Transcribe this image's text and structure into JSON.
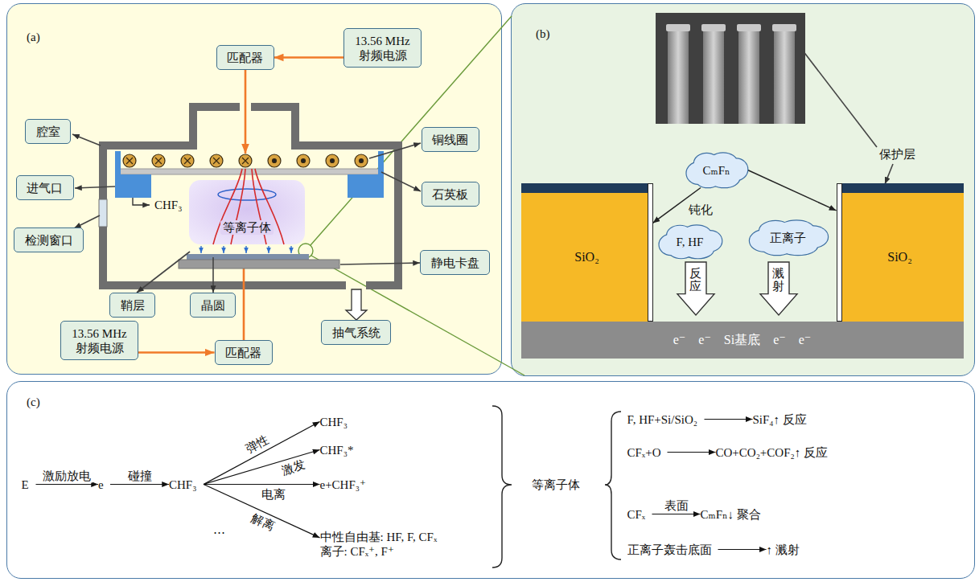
{
  "diagram": {
    "nodes": [
      {
        "text": [
          "(a)"
        ]
      },
      {
        "text": [
          "13.56 MHz 射频电源"
        ],
        "in": 0
      },
      {
        "text": [
          "匹配器"
        ],
        "in": 0
      },
      {
        "text": [
          "腔室"
        ],
        "in": 0
      },
      {
        "text": [
          "铜线圈"
        ],
        "in": 0
      },
      {
        "text": [
          "进气口"
        ],
        "in": 0
      },
      {
        "text": [
          "石英板"
        ],
        "in": 0
      },
      {
        "text": [
          "等离子体"
        ],
        "in": 0
      },
      {
        "text": [
          "检测窗口"
        ],
        "in": 0
      },
      {
        "text": [
          "静电卡盘"
        ],
        "in": 0
      },
      {
        "text": [
          "鞘层"
        ],
        "in": 0
      },
      {
        "text": [
          "晶圆"
        ],
        "in": 0
      },
      {
        "text": [
          "抽气系统"
        ],
        "in": 0
      },
      {
        "text": [
          "13.56 MHz 射频电源"
        ],
        "in": 0
      },
      {
        "text": [
          "匹配器"
        ],
        "in": 0
      },
      {
        "text": [
          "(b)"
        ]
      },
      {
        "text": [
          "CₘFₙ"
        ],
        "in": 15
      },
      {
        "text": [
          "SiO₂"
        ],
        "in": 15
      },
      {
        "text": [
          "SiO₂"
        ],
        "in": 15
      },
      {
        "text": [
          "F, HF"
        ],
        "in": 15
      },
      {
        "text": [
          "正离子"
        ],
        "in": 15
      },
      {
        "text": [
          "反应"
        ],
        "in": 15
      },
      {
        "text": [
          "溅射"
        ],
        "in": 15
      },
      {
        "text": [
          "e⁻ e⁻ Si基底 e⁻ e⁻"
        ],
        "in": 15
      },
      {
        "text": [
          "(c)"
        ]
      },
      {
        "text": [
          "E"
        ],
        "in": 24
      },
      {
        "text": [
          "e"
        ],
        "in": 24
      },
      {
        "text": [
          "CHF₃"
        ],
        "in": 24
      },
      {
        "text": [
          "CHF₃"
        ],
        "in": 24
      },
      {
        "text": [
          "CHF₃*"
        ],
        "in": 24
      },
      {
        "text": [
          "e+CHF₃⁺"
        ],
        "in": 24
      },
      {
        "text": [
          "中性自由基: HF, F, CFₓ",
          "离子: CFₓ⁺, F⁺"
        ],
        "in": 24
      },
      {
        "text": [
          "等离子体"
        ],
        "in": 24
      },
      {
        "text": [
          "F, HF+Si/SiO₂"
        ],
        "in": 24
      },
      {
        "text": [
          "SiF₄↑ 反应"
        ],
        "in": 24
      },
      {
        "text": [
          "CFₓ+O"
        ],
        "in": 24
      },
      {
        "text": [
          "CO+CO₂+COF₂↑ 反应"
        ],
        "in": 24
      },
      {
        "text": [
          "CFₓ"
        ],
        "in": 24
      },
      {
        "text": [
          "CₘFₙ↓ 聚合"
        ],
        "in": 24
      },
      {
        "text": [
          "正离子轰击底面"
        ],
        "in": 24
      },
      {
        "text": [
          "↑ 溅射"
        ],
        "in": 24
      }
    ],
    "edges": [
      {
        "from": 1,
        "to": 2,
        "arrow": "to"
      },
      {
        "from": 13,
        "to": 14,
        "arrow": "to"
      },
      {
        "from": 16,
        "to": 17,
        "arrow": "to",
        "label": "钝化"
      },
      {
        "from": 16,
        "to": 18,
        "arrow": "to"
      },
      {
        "from": 25,
        "to": 26,
        "arrow": "to",
        "label": "激励放电"
      },
      {
        "from": 26,
        "to": 27,
        "arrow": "to",
        "label": "碰撞"
      },
      {
        "from": 27,
        "to": 28,
        "arrow": "to",
        "label": "弹性"
      },
      {
        "from": 27,
        "to": 29,
        "arrow": "to",
        "label": "激发"
      },
      {
        "from": 27,
        "to": 30,
        "arrow": "to",
        "label": "电离"
      },
      {
        "from": 27,
        "to": 31,
        "arrow": "to",
        "label": "解离"
      },
      {
        "from": 33,
        "to": 34,
        "arrow": "to"
      },
      {
        "from": 35,
        "to": 36,
        "arrow": "to"
      },
      {
        "from": 37,
        "to": 38,
        "arrow": "to",
        "label": "表面"
      },
      {
        "from": 39,
        "to": 40,
        "arrow": "to"
      }
    ],
    "labels": [
      "CHF₃",
      "保护层",
      "⋯"
    ]
  }
}
